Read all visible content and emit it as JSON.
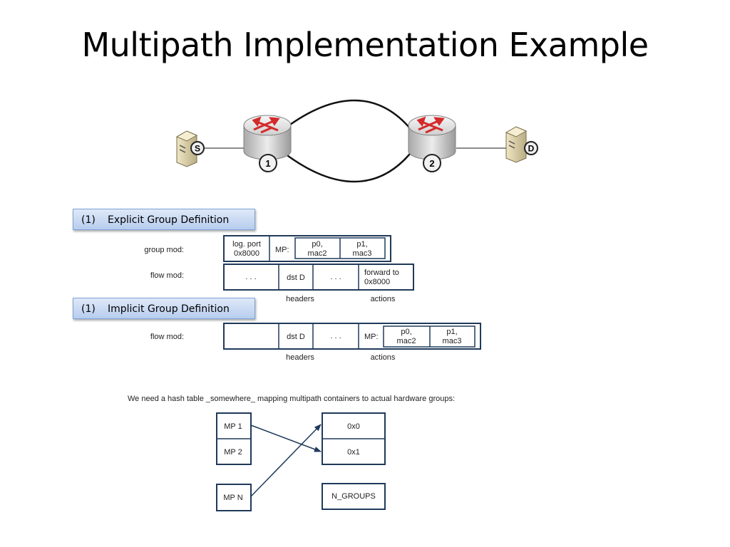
{
  "slide": {
    "title": "Multipath Implementation Example"
  },
  "topology": {
    "source_label": "S",
    "destination_label": "D",
    "router_1_label": "1",
    "router_2_label": "2"
  },
  "explicit": {
    "number": "(1)",
    "heading": "Explicit Group Definition",
    "group_mod_label": "group mod:",
    "group_port_line1": "log. port",
    "group_port_line2": "0x8000",
    "mp_label": "MP:",
    "p0_line1": "p0,",
    "p0_line2": "mac2",
    "p1_line1": "p1,",
    "p1_line2": "mac3",
    "flow_mod_label": "flow mod:",
    "dots_1": ". . .",
    "dst": "dst D",
    "dots_2": ". . .",
    "forward_line1": "forward to",
    "forward_line2": "0x8000",
    "headers_label": "headers",
    "actions_label": "actions"
  },
  "implicit": {
    "number": "(1)",
    "heading": "Implicit Group Definition",
    "flow_mod_label": "flow mod:",
    "dst": "dst D",
    "dots": ". . .",
    "mp_label": "MP:",
    "p0_line1": "p0,",
    "p0_line2": "mac2",
    "p1_line1": "p1,",
    "p1_line2": "mac3",
    "headers_label": "headers",
    "actions_label": "actions"
  },
  "hash_table": {
    "caption": "We need a hash table _somewhere_ mapping multipath containers to actual hardware groups:",
    "mp_1": "MP 1",
    "mp_2": "MP 2",
    "mp_n": "MP N",
    "group_0": "0x0",
    "group_1": "0x1",
    "group_n": "N_GROUPS"
  },
  "colors": {
    "table_border": "#1f3a5a",
    "section_fill": "#c6d7f0",
    "router_arrow": "#d42a2a"
  }
}
